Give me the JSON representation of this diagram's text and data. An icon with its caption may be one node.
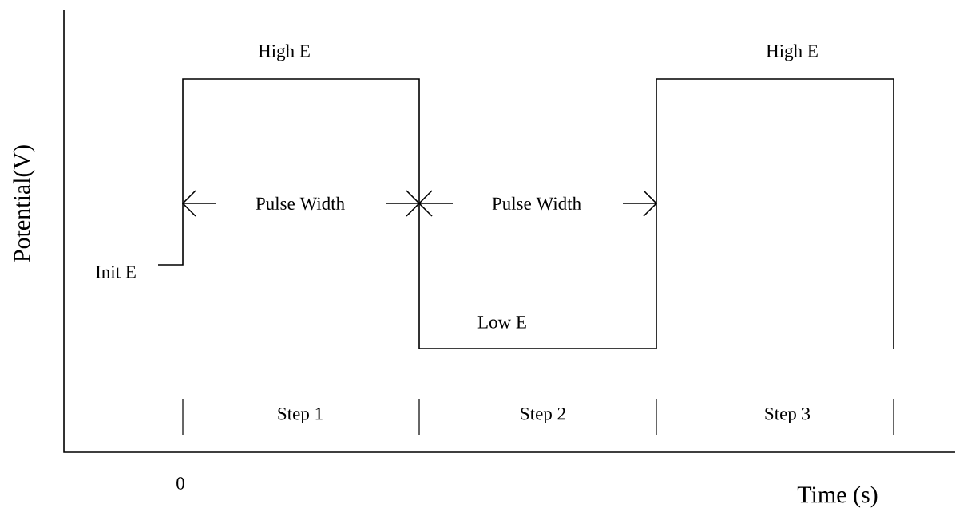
{
  "diagram": {
    "labels": [
      "High E",
      "High E",
      "Pulse Width",
      "Pulse Width",
      "Init E",
      "Low E",
      "Step 1",
      "Step 2",
      "Step 3",
      "0",
      "Potential(V)",
      "Time (s)"
    ]
  }
}
